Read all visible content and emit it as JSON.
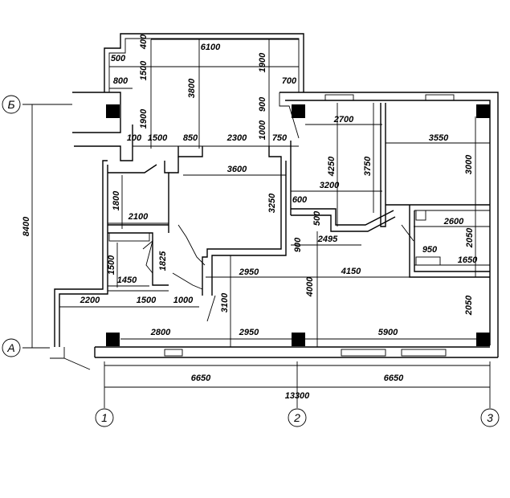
{
  "axes": {
    "row_top": "Б",
    "row_bottom": "А",
    "col_1": "1",
    "col_2": "2",
    "col_3": "3"
  },
  "overall": {
    "height": "8400",
    "span_left": "6650",
    "span_right": "6650",
    "total": "13300"
  },
  "dims": [
    "6100",
    "400",
    "500",
    "1500",
    "800",
    "3800",
    "1900",
    "700",
    "1900",
    "900",
    "1000",
    "100",
    "1500",
    "850",
    "2300",
    "750",
    "3600",
    "2700",
    "4250",
    "3750",
    "3550",
    "3000",
    "3200",
    "600",
    "500",
    "2495",
    "900",
    "2600",
    "2050",
    "950",
    "1650",
    "1800",
    "2100",
    "3250",
    "1825",
    "1500",
    "1450",
    "2950",
    "4150",
    "4000",
    "3100",
    "2200",
    "1500",
    "1000",
    "2800",
    "2950",
    "5900",
    "2050"
  ]
}
